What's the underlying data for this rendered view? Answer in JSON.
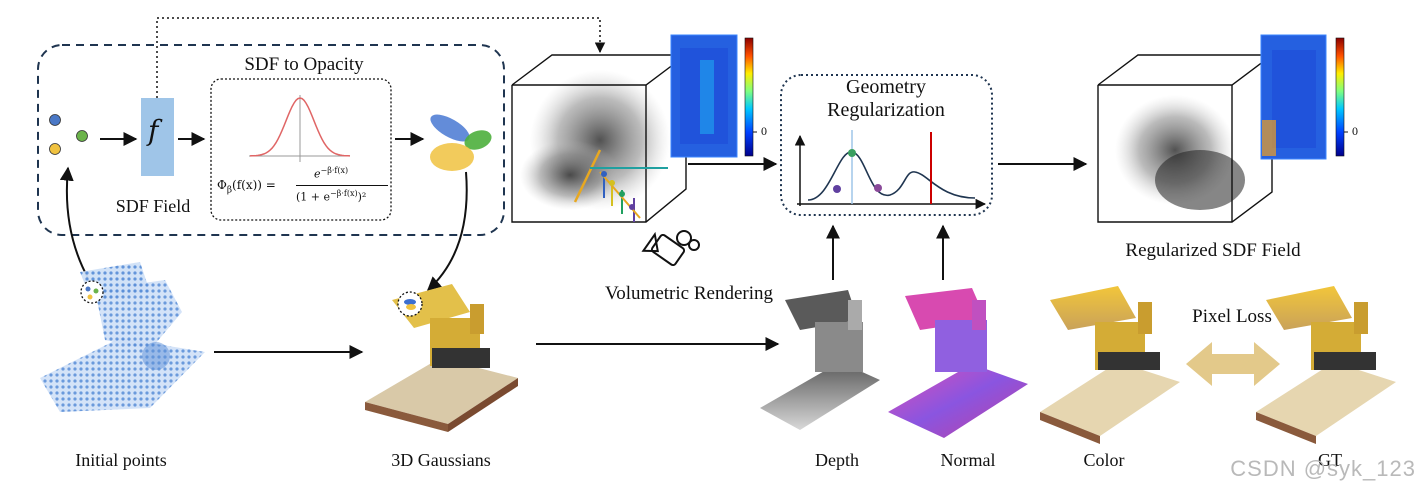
{
  "sdf_field_box": {
    "function_symbol": "f",
    "label": "SDF Field"
  },
  "sdf_to_opacity": {
    "title": "SDF to Opacity",
    "formula_lhs": "Φ",
    "formula_sub": "β",
    "formula_arg": "(f(x)) =",
    "formula_num": "e",
    "formula_num_exp": "−β·f(x)",
    "formula_den": "(1 + e",
    "formula_den_exp": "−β·f(x)",
    "formula_den_tail": ")²"
  },
  "volumetric_rendering": {
    "label": "Volumetric Rendering",
    "colorbar_tick": "0"
  },
  "geometry_regularization": {
    "line1": "Geometry",
    "line2": "Regularization"
  },
  "regularized_sdf": {
    "label": "Regularized SDF Field",
    "colorbar_tick": "0"
  },
  "stages": {
    "initial_points": "Initial points",
    "gaussians": "3D Gaussians",
    "depth": "Depth",
    "normal": "Normal",
    "color": "Color",
    "gt": "GT"
  },
  "pixel_loss": "Pixel Loss",
  "watermark": "CSDN @syk_123",
  "colors": {
    "dashed_box": "#1f3550",
    "function_box": "#9fc5e8",
    "gaussian_curve": "#e06666",
    "gt_arrow": "#e3c98a",
    "red_marker": "#cc0000",
    "heatmap_blue": "#1e4fd8"
  }
}
